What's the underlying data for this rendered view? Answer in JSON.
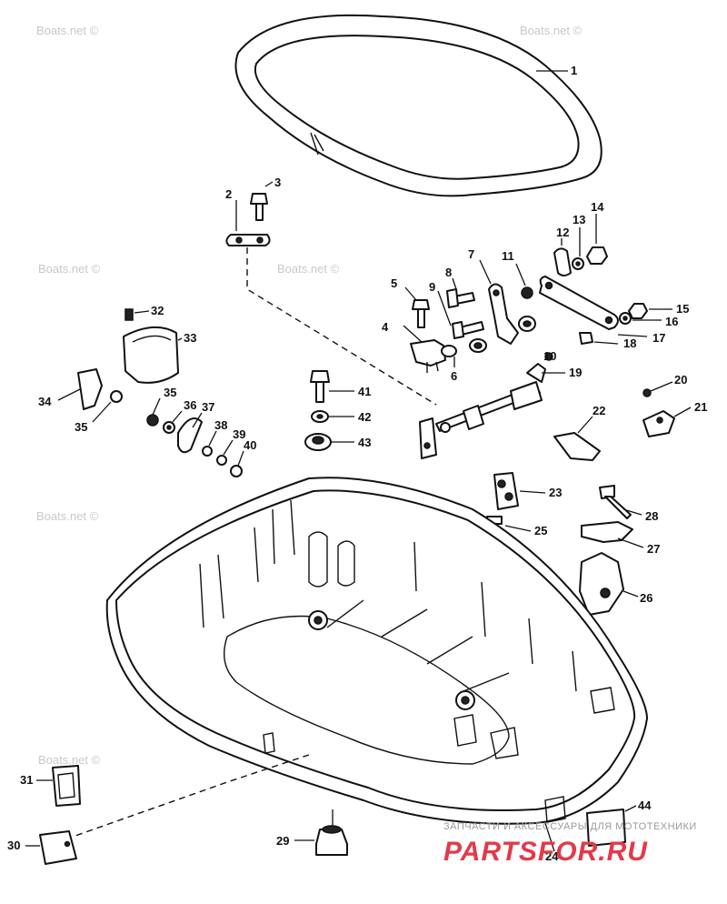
{
  "watermarks": [
    "Boats.net ©",
    "Boats.net ©",
    "Boats.net ©",
    "Boats.net ©",
    "Boats.net ©",
    "Boats.net ©"
  ],
  "brand": {
    "tagline": "ЗАПЧАСТИ И АКСЕССУАРЫ ДЛЯ МОТОТЕХНИКИ",
    "logo": "PARTSFOR.RU"
  },
  "callouts": [
    "1",
    "2",
    "3",
    "4",
    "5",
    "6",
    "7",
    "8",
    "9",
    "10",
    "11",
    "12",
    "13",
    "14",
    "15",
    "16",
    "17",
    "18",
    "19",
    "20",
    "21",
    "22",
    "23",
    "24",
    "25",
    "26",
    "27",
    "28",
    "29",
    "30",
    "31",
    "32",
    "33",
    "34",
    "35",
    "35",
    "36",
    "37",
    "38",
    "39",
    "40",
    "41",
    "42",
    "43",
    "44"
  ]
}
